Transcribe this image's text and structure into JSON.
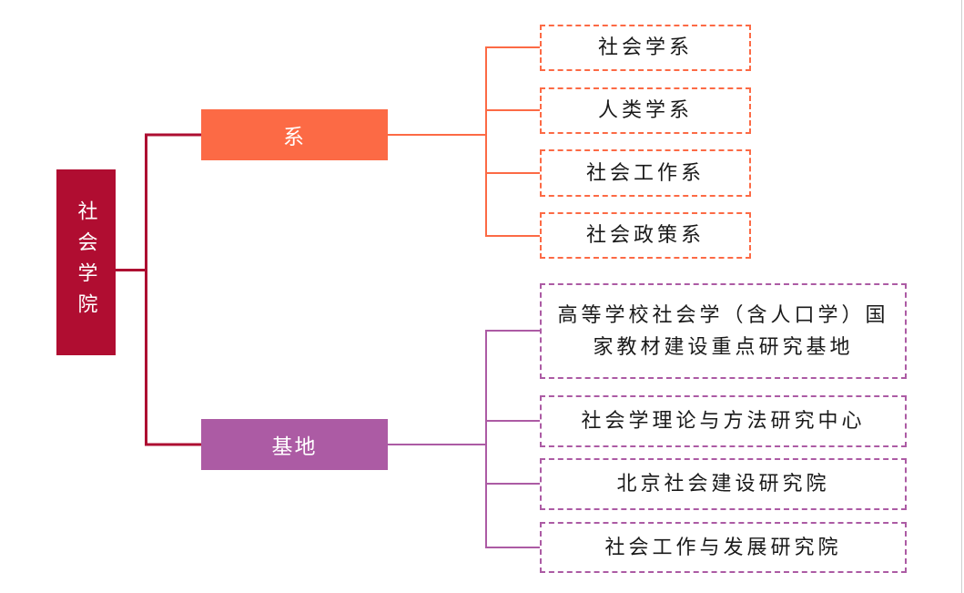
{
  "colors": {
    "root_fill": "#B00D31",
    "trunk_line": "#AD0E31",
    "departments_fill": "#FC6A45",
    "departments_line": "#FC6A45",
    "bases_fill": "#AC5BA4",
    "bases_line": "#AC5BA4",
    "node_text": "#FFFFFF",
    "leaf_text": "#1A1A1A",
    "page_edge": "#CFCFCF"
  },
  "org_chart": {
    "root": {
      "label": "社会学院"
    },
    "branches": [
      {
        "label": "系",
        "children": [
          {
            "label": "社会学系"
          },
          {
            "label": "人类学系"
          },
          {
            "label": "社会工作系"
          },
          {
            "label": "社会政策系"
          }
        ]
      },
      {
        "label": "基地",
        "children": [
          {
            "label": "高等学校社会学（含人口学）国家教材建设重点研究基地",
            "label_line1": "高等学校社会学（含人口学）国",
            "label_line2": "家教材建设重点研究基地"
          },
          {
            "label": "社会学理论与方法研究中心"
          },
          {
            "label": "北京社会建设研究院"
          },
          {
            "label": "社会工作与发展研究院"
          }
        ]
      }
    ]
  }
}
